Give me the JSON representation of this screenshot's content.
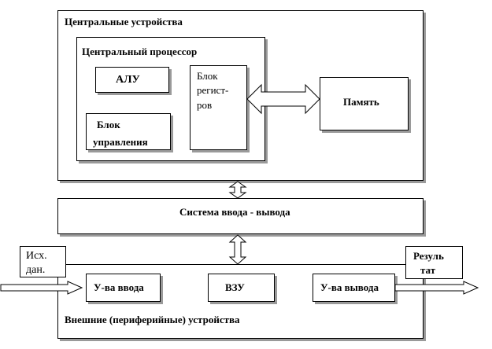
{
  "central": {
    "title": "Центральные устройства",
    "cpu": {
      "title": "Центральный процессор",
      "alu": "АЛУ",
      "control_line1": "Блок",
      "control_line2": "управления",
      "registers_line1": "Блок",
      "registers_line2": "регист-",
      "registers_line3": "ров"
    },
    "memory": "Память"
  },
  "io_system": "Система ввода - вывода",
  "external": {
    "title": "Внешние (периферийные) устройства",
    "input_device": "У-ва ввода",
    "storage": "ВЗУ",
    "output_device": "У-ва вывода"
  },
  "source_data_line1": "Исх.",
  "source_data_line2": "дан.",
  "result_line1": "Резуль",
  "result_line2": "тат"
}
